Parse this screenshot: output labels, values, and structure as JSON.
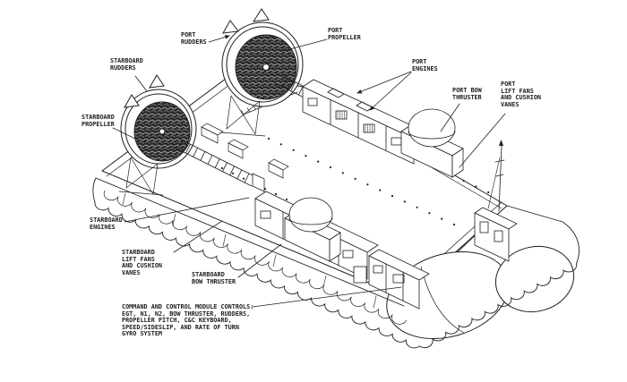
{
  "diagram": {
    "subject": "labeled isometric line drawing of an air-cushion landing craft (hovercraft)",
    "ink_color": "#1f1f1f",
    "background_color": "#ffffff",
    "labels": {
      "port_rudders": "PORT\nRUDDERS",
      "port_propeller": "PORT\nPROPELLER",
      "port_engines": "PORT\nENGINES",
      "starboard_rudders": "STARBOARD\nRUDDERS",
      "starboard_propeller": "STARBOARD\nPROPELLER",
      "port_bow_thruster": "PORT BOW\nTHRUSTER",
      "port_lift_fans": "PORT\nLIFT FANS\nAND CUSHION\nVANES",
      "starboard_engines": "STARBOARD\nENGINES",
      "starboard_lift_fans": "STARBOARD\nLIFT FANS\nAND CUSHION\nVANES",
      "starboard_bow_thruster": "STARBOARD\nBOW THRUSTER",
      "command_module": "COMMAND AND CONTROL MODULE CONTROLS:\nEGT, N1, N2, BOW THRUSTER, RUDDERS,\nPROPELLER PITCH, C&C KEYBOARD,\nSPEED/SIDESLIP, AND RATE OF TURN\nGYRO SYSTEM"
    }
  }
}
